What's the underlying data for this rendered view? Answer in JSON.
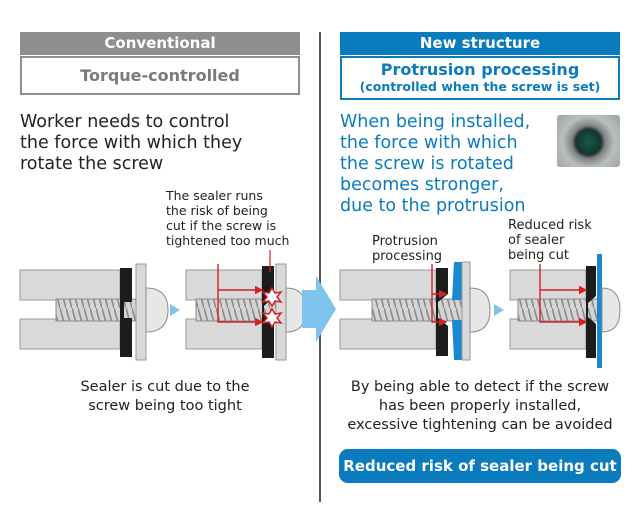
{
  "left": {
    "header": "Conventional",
    "subheader": "Torque-controlled",
    "description": [
      "Worker needs to control",
      "the force with which they",
      "rotate the screw"
    ],
    "callout": [
      "The sealer runs",
      "the risk of being",
      "cut if the screw is",
      "tightened too much"
    ],
    "caption": [
      "Sealer is cut due to the",
      "screw being too tight"
    ]
  },
  "right": {
    "header": "New structure",
    "subheader": "Protrusion processing",
    "subheader_note": "(controlled when the screw is set)",
    "description": [
      "When being installed,",
      "the force with which",
      "the screw is rotated",
      "becomes stronger,",
      "due to the protrusion"
    ],
    "label_protrusion": [
      "Protrusion",
      "processing"
    ],
    "label_reduced": [
      "Reduced risk",
      "of sealer",
      "being cut"
    ],
    "caption": [
      "By being able to detect if the screw",
      "has been properly installed,",
      "excessive tightening can be avoided"
    ],
    "badge": "Reduced risk of sealer being cut"
  },
  "colors": {
    "gray_header": "#8e8e8e",
    "blue_header": "#0a7bbd",
    "blue_text": "#0a7bbd",
    "sealer_blue": "#1a8ad0",
    "arrow_light_blue": "#7cc4ee",
    "force_red": "#d22222"
  },
  "icons": [
    "screw-assembly-illustration",
    "cut-burst-icon",
    "process-arrow-icon",
    "screw-hole-photo"
  ]
}
